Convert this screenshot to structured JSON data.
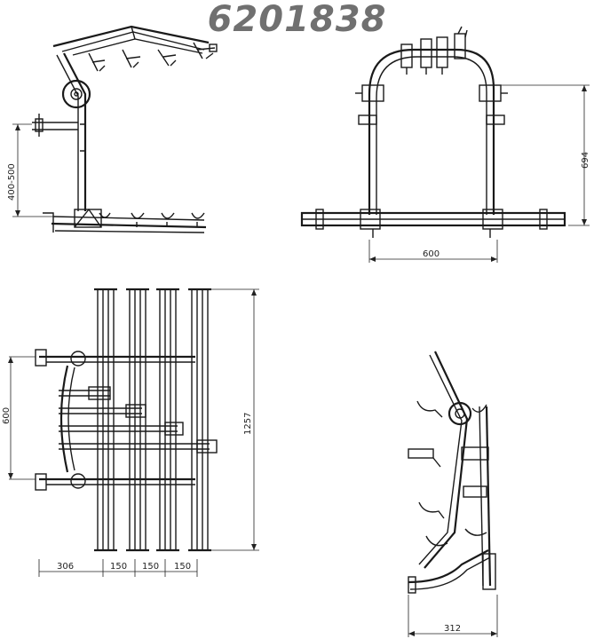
{
  "title": "6201838",
  "views": {
    "side": {
      "dims": {
        "height_range": "400-500"
      }
    },
    "rear": {
      "dims": {
        "width": "600",
        "height": "694"
      }
    },
    "top": {
      "dims": {
        "length": "1257",
        "offset": "600",
        "spacing": [
          "306",
          "150",
          "150",
          "150"
        ]
      }
    },
    "folded": {
      "dims": {
        "depth": "312"
      }
    }
  }
}
